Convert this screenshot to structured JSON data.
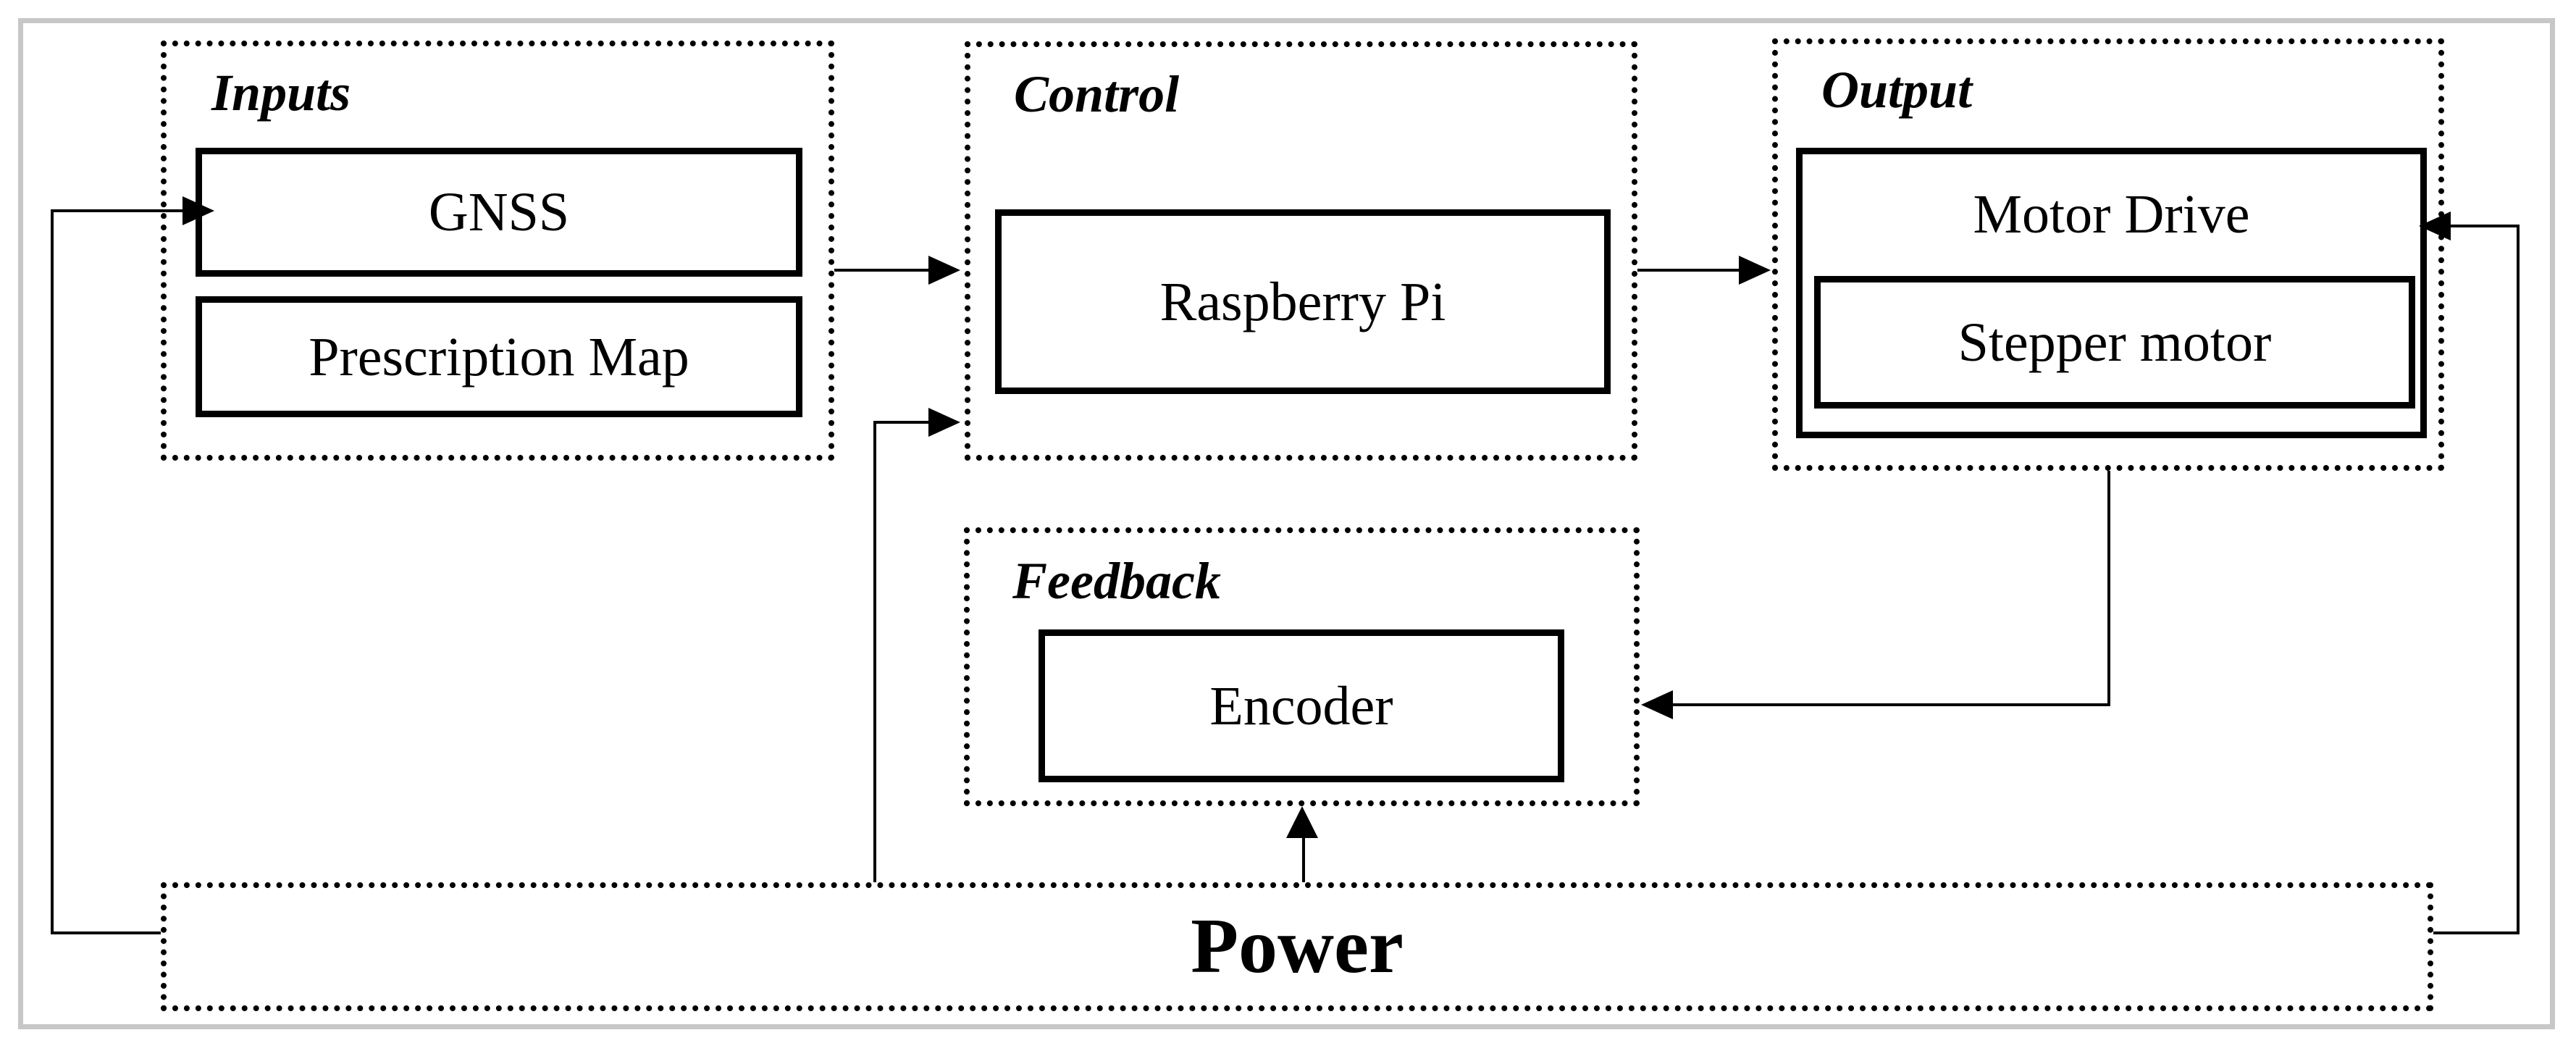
{
  "figure": {
    "type": "block-diagram",
    "labels": {
      "inputs": "Inputs",
      "gnss": "GNSS",
      "prescription_map": "Prescription Map",
      "control": "Control",
      "raspberry_pi": "Raspberry Pi",
      "output": "Output",
      "motor_drive": "Motor Drive",
      "stepper_motor": "Stepper motor",
      "feedback": "Feedback",
      "encoder": "Encoder",
      "power": "Power"
    },
    "groups": [
      {
        "id": "inputs",
        "label": "Inputs",
        "boxes": [
          "GNSS",
          "Prescription Map"
        ]
      },
      {
        "id": "control",
        "label": "Control",
        "boxes": [
          "Raspberry Pi"
        ]
      },
      {
        "id": "output",
        "label": "Output",
        "boxes": [
          "Motor Drive",
          "Stepper motor"
        ]
      },
      {
        "id": "feedback",
        "label": "Feedback",
        "boxes": [
          "Encoder"
        ]
      },
      {
        "id": "power",
        "label": "Power",
        "boxes": []
      }
    ],
    "connections": [
      {
        "from": "Power",
        "to": "GNSS",
        "style": "arrow"
      },
      {
        "from": "Inputs",
        "to": "Raspberry Pi",
        "style": "arrow"
      },
      {
        "from": "Power",
        "to": "Control",
        "style": "arrow"
      },
      {
        "from": "Raspberry Pi",
        "to": "Motor Drive",
        "style": "arrow"
      },
      {
        "from": "Motor Drive",
        "to": "Encoder",
        "style": "arrow"
      },
      {
        "from": "Power",
        "to": "Feedback",
        "style": "arrow"
      },
      {
        "from": "Power",
        "to": "Motor Drive",
        "style": "arrow"
      }
    ],
    "colors": {
      "line": "#000000",
      "text": "#000000",
      "frame": "#c7c7c7",
      "background": "#ffffff"
    }
  }
}
